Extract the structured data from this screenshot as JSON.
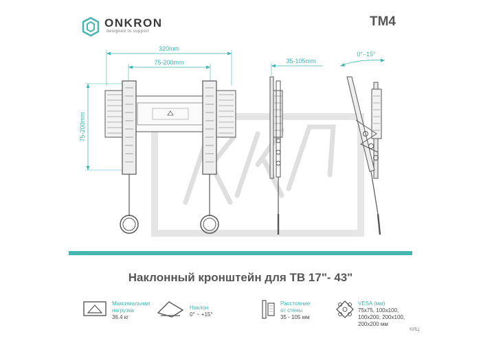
{
  "brand": {
    "name": "ONKRON",
    "tagline": "designed to support"
  },
  "model": "TM4",
  "dimensions": {
    "total_width": "320mm",
    "vesa_width": "75-200mm",
    "vesa_height": "75-200mm",
    "wall_distance": "35-105mm",
    "tilt_range": "0°–15°"
  },
  "title": "Наклонный кронштейн для ТВ 17\"- 43\"",
  "specs": [
    {
      "label": "Максимальная\nнагрузка",
      "value": "36.4 кг",
      "icon": "weight-icon"
    },
    {
      "label": "Наклон",
      "value": "0° ~ +15°",
      "icon": "tilt-icon"
    },
    {
      "label": "Расстояние\nот стены",
      "value": "35 - 105 мм",
      "icon": "wall-distance-icon"
    },
    {
      "label": "VESA (мм)",
      "value": "75x75, 100x100,\n100x200, 200x100,\n200x200 мм",
      "icon": "vesa-icon"
    }
  ],
  "watermark": {
    "text": "КИЦ"
  },
  "colors": {
    "accent": "#45b5b0",
    "text": "#555555"
  }
}
